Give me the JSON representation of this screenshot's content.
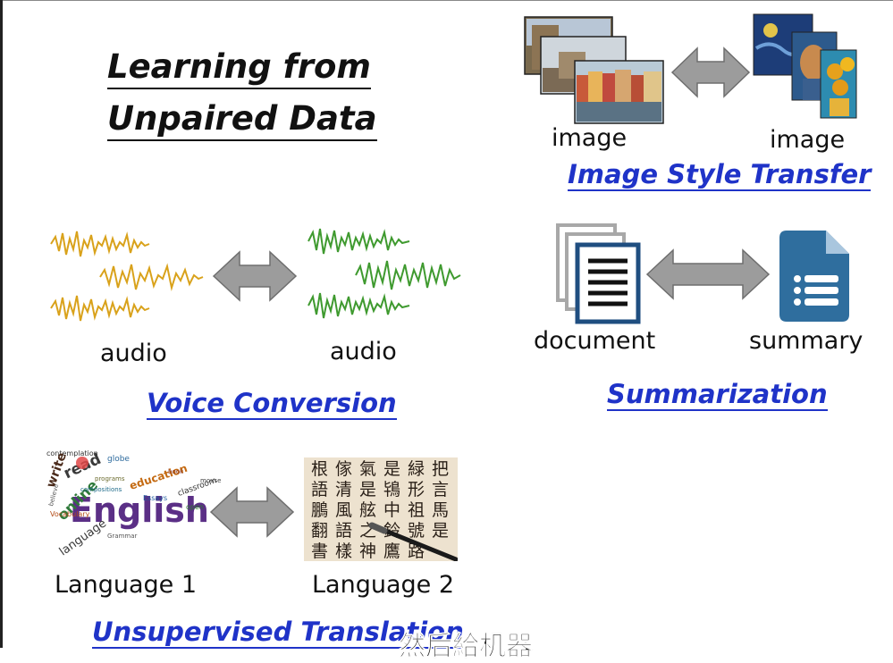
{
  "slide": {
    "title_line1": "Learning from",
    "title_line2": "Unpaired Data",
    "image_style": {
      "left_label": "image",
      "right_label": "image",
      "title": "Image Style Transfer"
    },
    "voice": {
      "left_label": "audio",
      "right_label": "audio",
      "title": "Voice Conversion"
    },
    "summarization": {
      "left_label": "document",
      "right_label": "summary",
      "title": "Summarization"
    },
    "translation": {
      "left_label": "Language 1",
      "right_label": "Language 2",
      "title": "Unsupervised Translation"
    },
    "wordcloud": {
      "main": "English",
      "words": [
        "contemplation",
        "write",
        "read",
        "globe",
        "education",
        "online",
        "compositions",
        "programs",
        "Essays",
        "classroom",
        "believe",
        "Vocabulary",
        "language",
        "Grammar",
        "open",
        "mouse",
        "book"
      ]
    },
    "calligraphy": [
      "根",
      "傢",
      "氣",
      "是",
      "緑",
      "把",
      "語",
      "清",
      "是",
      "鴇",
      "形",
      "言",
      "鵬",
      "風",
      "舷",
      "中",
      "祖",
      "馬",
      "翻",
      "語",
      "之",
      "鈴",
      "號",
      "是",
      "書",
      "樣",
      "神",
      "鷹",
      "路"
    ],
    "colors": {
      "accent_blue": "#1f33c8",
      "audio_orange": "#d9a21b",
      "audio_green": "#3f9a2f",
      "arrow_gray": "#9c9c9c",
      "doc_blue": "#1f4e80"
    }
  },
  "subtitle": {
    "text": "然后給机器"
  }
}
